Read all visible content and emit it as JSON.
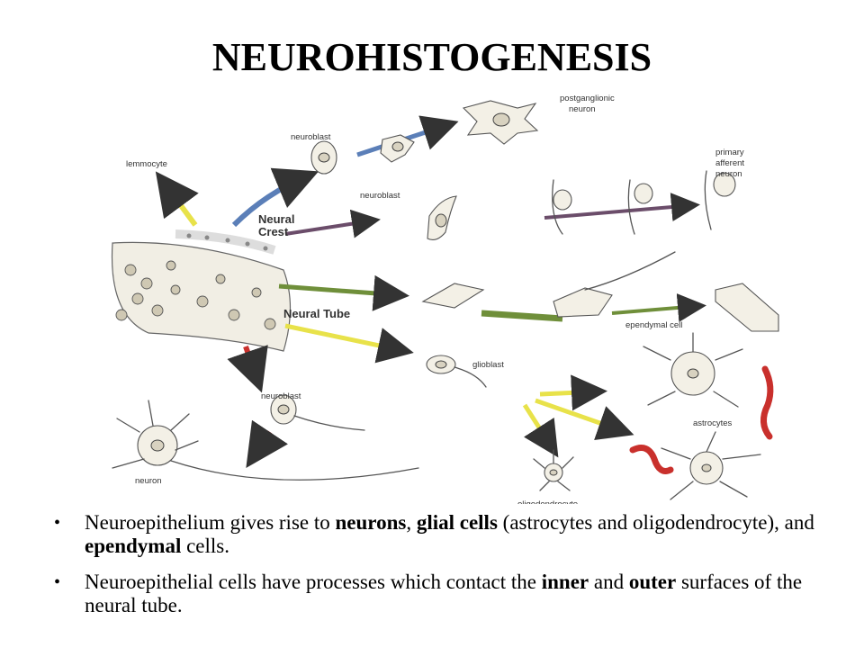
{
  "slide": {
    "title": "NEUROHISTOGENESIS"
  },
  "diagram": {
    "labels": {
      "postganglionic_1": "postganglionic",
      "postganglionic_2": "neuron",
      "neuroblast_top": "neuroblast",
      "lemmocyte": "lemmocyte",
      "primary_1": "primary",
      "primary_2": "afferent",
      "primary_3": "neuron",
      "neural_crest_1": "Neural",
      "neural_crest_2": "Crest",
      "neuroblast_mid": "neuroblast",
      "neural_tube": "Neural Tube",
      "ependymal": "ependymal cell",
      "glioblast": "glioblast",
      "neuroblast_low": "neuroblast",
      "astrocytes": "astrocytes",
      "neuron": "neuron",
      "oligodendrocyte": "oligodendrocyte"
    },
    "colors": {
      "blue_arrow": "#5b7fb8",
      "yellow_arrow": "#e8e24a",
      "purple_arrow": "#6b4d6a",
      "green_arrow": "#6f8f3a",
      "red_arrow": "#c9302c"
    }
  },
  "bullets": [
    {
      "parts": [
        {
          "t": "Neuroepithelium gives rise to ",
          "b": false
        },
        {
          "t": "neurons",
          "b": true
        },
        {
          "t": ", ",
          "b": false
        },
        {
          "t": "glial cells",
          "b": true
        },
        {
          "t": " (astrocytes and oligodendrocyte), and ",
          "b": false
        },
        {
          "t": "ependymal",
          "b": true
        },
        {
          "t": " cells.",
          "b": false
        }
      ]
    },
    {
      "parts": [
        {
          "t": "Neuroepithelial cells have processes which contact the ",
          "b": false
        },
        {
          "t": "inner",
          "b": true
        },
        {
          "t": " and ",
          "b": false
        },
        {
          "t": "outer",
          "b": true
        },
        {
          "t": " surfaces of the neural tube.",
          "b": false
        }
      ]
    }
  ]
}
